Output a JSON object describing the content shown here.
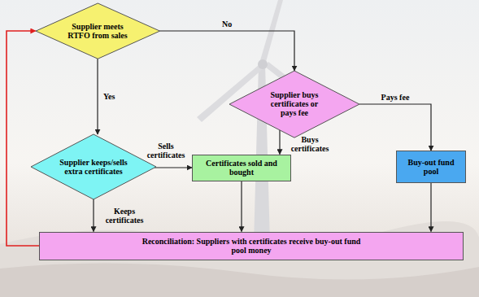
{
  "diagram": {
    "nodes": [
      {
        "text": [
          "Supplier meets RTFO from sales"
        ]
      },
      {
        "text": [
          "Supplier buys certificates or pays fee"
        ]
      },
      {
        "text": [
          "Supplier keeps/sells extra certificates"
        ]
      },
      {
        "text": [
          "Certificates sold and bought"
        ]
      },
      {
        "text": [
          "Buy-out fund pool"
        ]
      },
      {
        "text": [
          "Reconciliation: Suppliers with certificates receive buy-out fund pool money"
        ]
      }
    ],
    "edges": [
      {
        "from": 0,
        "to": 1,
        "label": "No",
        "arrow": "to"
      },
      {
        "from": 0,
        "to": 2,
        "label": "Yes",
        "arrow": "to"
      },
      {
        "from": 2,
        "to": 3,
        "label": "Sells certificates",
        "arrow": "to"
      },
      {
        "from": 1,
        "to": 3,
        "label": "Buys certificates",
        "arrow": "to"
      },
      {
        "from": 1,
        "to": 4,
        "label": "Pays fee",
        "arrow": "to"
      },
      {
        "from": 2,
        "to": 5,
        "label": "Keeps certificates",
        "arrow": "to"
      },
      {
        "from": 3,
        "to": 5,
        "arrow": "to"
      },
      {
        "from": 4,
        "to": 5,
        "arrow": "to"
      },
      {
        "from": 5,
        "to": 0,
        "arrow": "to"
      }
    ]
  }
}
